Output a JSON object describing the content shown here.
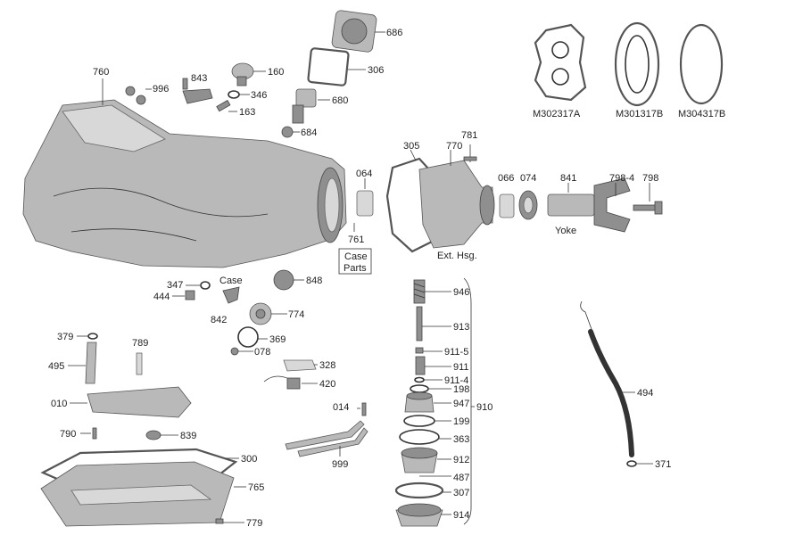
{
  "labels": {
    "l760": "760",
    "l996": "996",
    "l843": "843",
    "l160": "160",
    "l346": "346",
    "l163": "163",
    "l686": "686",
    "l306": "306",
    "l680": "680",
    "l684": "684",
    "gasket_a": "M302317A",
    "gasket_b": "M301317B",
    "gasket_c": "M304317B",
    "l305": "305",
    "l770": "770",
    "l781": "781",
    "l064": "064",
    "l066": "066",
    "l074": "074",
    "l841": "841",
    "l798_4": "798-4",
    "l798": "798",
    "yoke": "Yoke",
    "ext_hsg": "Ext. Hsg.",
    "case": "Case",
    "l761": "761",
    "case_parts_1": "Case",
    "case_parts_2": "Parts",
    "l347": "347",
    "l444": "444",
    "l848": "848",
    "l842": "842",
    "l774": "774",
    "l369": "369",
    "l078": "078",
    "l379": "379",
    "l789": "789",
    "l495": "495",
    "l328": "328",
    "l420": "420",
    "l010": "010",
    "l014": "014",
    "l790": "790",
    "l839": "839",
    "l999": "999",
    "l300": "300",
    "l765": "765",
    "l779": "779",
    "l946": "946",
    "l913": "913",
    "l911_5": "911-5",
    "l911": "911",
    "l911_4": "911-4",
    "l198": "198",
    "l947": "947",
    "l199": "199",
    "l363": "363",
    "l912": "912",
    "l487": "487",
    "l307": "307",
    "l914": "914",
    "l910": "910",
    "l494": "494",
    "l371": "371"
  },
  "colors": {
    "ink": "#222222",
    "metal": "#b9b9b9",
    "metal_dark": "#8f8f8f",
    "metal_light": "#d8d8d8"
  }
}
